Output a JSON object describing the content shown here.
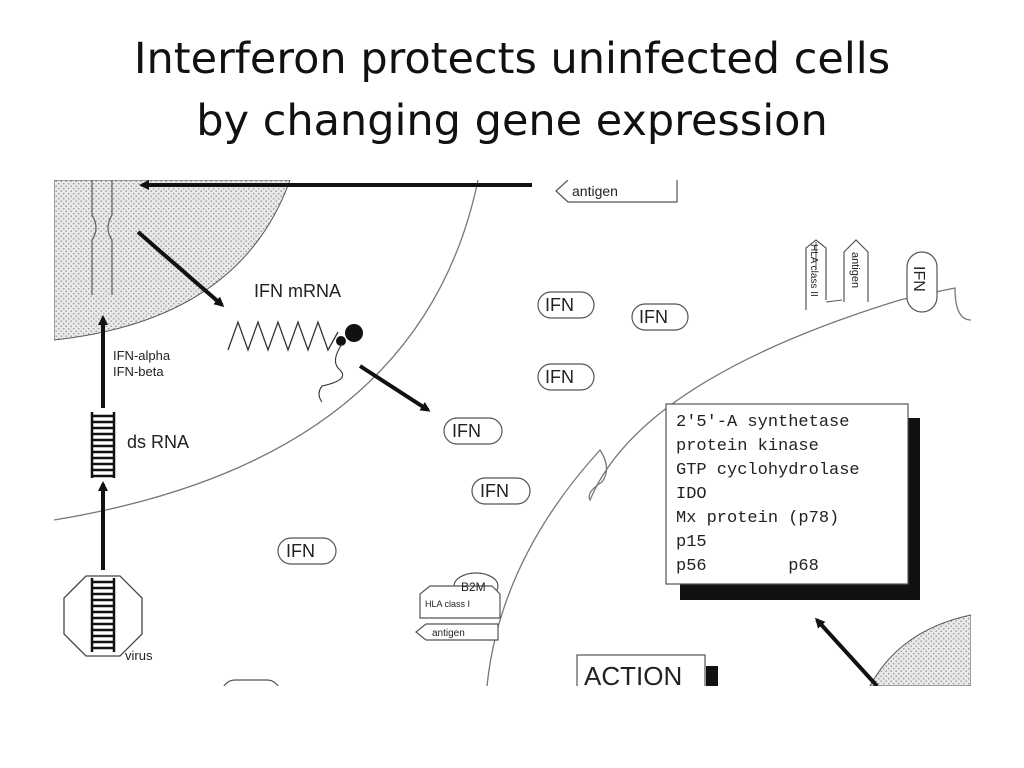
{
  "slide": {
    "title_line1": "Interferon protects uninfected cells",
    "title_line2": "by changing gene expression"
  },
  "diagram": {
    "labels": {
      "antigen": "antigen",
      "ifn_mrna": "IFN mRNA",
      "ifn_alpha": "IFN-alpha",
      "ifn_beta": "IFN-beta",
      "ds_rna": "ds RNA",
      "virus": "virus",
      "hla_class_ii": "HLA class II",
      "hla_class_i": "HLA class I",
      "b2m": "B2M",
      "action": "ACTION"
    },
    "ifn_badge": "IFN",
    "gene_products": [
      "2'5'-A synthetase",
      "protein kinase",
      "GTP cyclohydrolase",
      "IDO",
      "Mx protein (p78)",
      "p15",
      "p56        p68"
    ]
  }
}
